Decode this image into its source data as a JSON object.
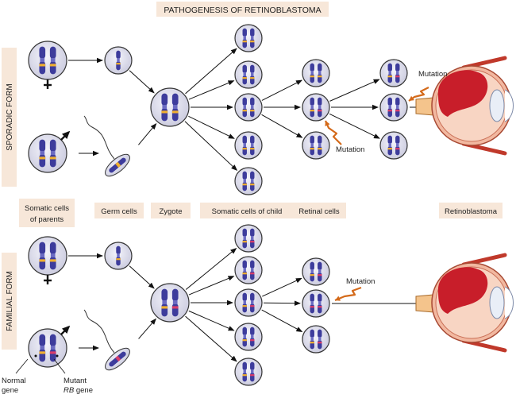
{
  "title": "PATHOGENESIS OF RETINOBLASTOMA",
  "side_labels": {
    "sporadic": "SPORADIC FORM",
    "familial": "FAMILIAL FORM"
  },
  "stage_labels": {
    "somatic_parents_line1": "Somatic cells",
    "somatic_parents_line2": "of parents",
    "germ_cells": "Germ cells",
    "zygote": "Zygote",
    "somatic_child": "Somatic cells of child",
    "retinal_cells": "Retinal cells",
    "retinoblastoma": "Retinoblastoma"
  },
  "annotations": {
    "mutation": "Mutation",
    "normal_gene_line1": "Normal",
    "normal_gene_line2": "gene",
    "mutant_line1": "Mutant",
    "mutant_line2_rb": "RB",
    "mutant_line2_rest": " gene"
  },
  "colors": {
    "background": "#ffffff",
    "label_box": "#f7e7d9",
    "chromosome": "#3d3c9c",
    "chromosome_light": "#6b6bc2",
    "normal_band": "#f0b030",
    "mutant_band": "#d93d6b",
    "cell_fill": "#dcdcea",
    "cell_stroke": "#333333",
    "arrow": "#111111",
    "mutation_bolt": "#d46a1a",
    "eye_red": "#c81e2a",
    "eye_sclera": "#f2b8a0",
    "eye_vessel": "#c0392b"
  }
}
